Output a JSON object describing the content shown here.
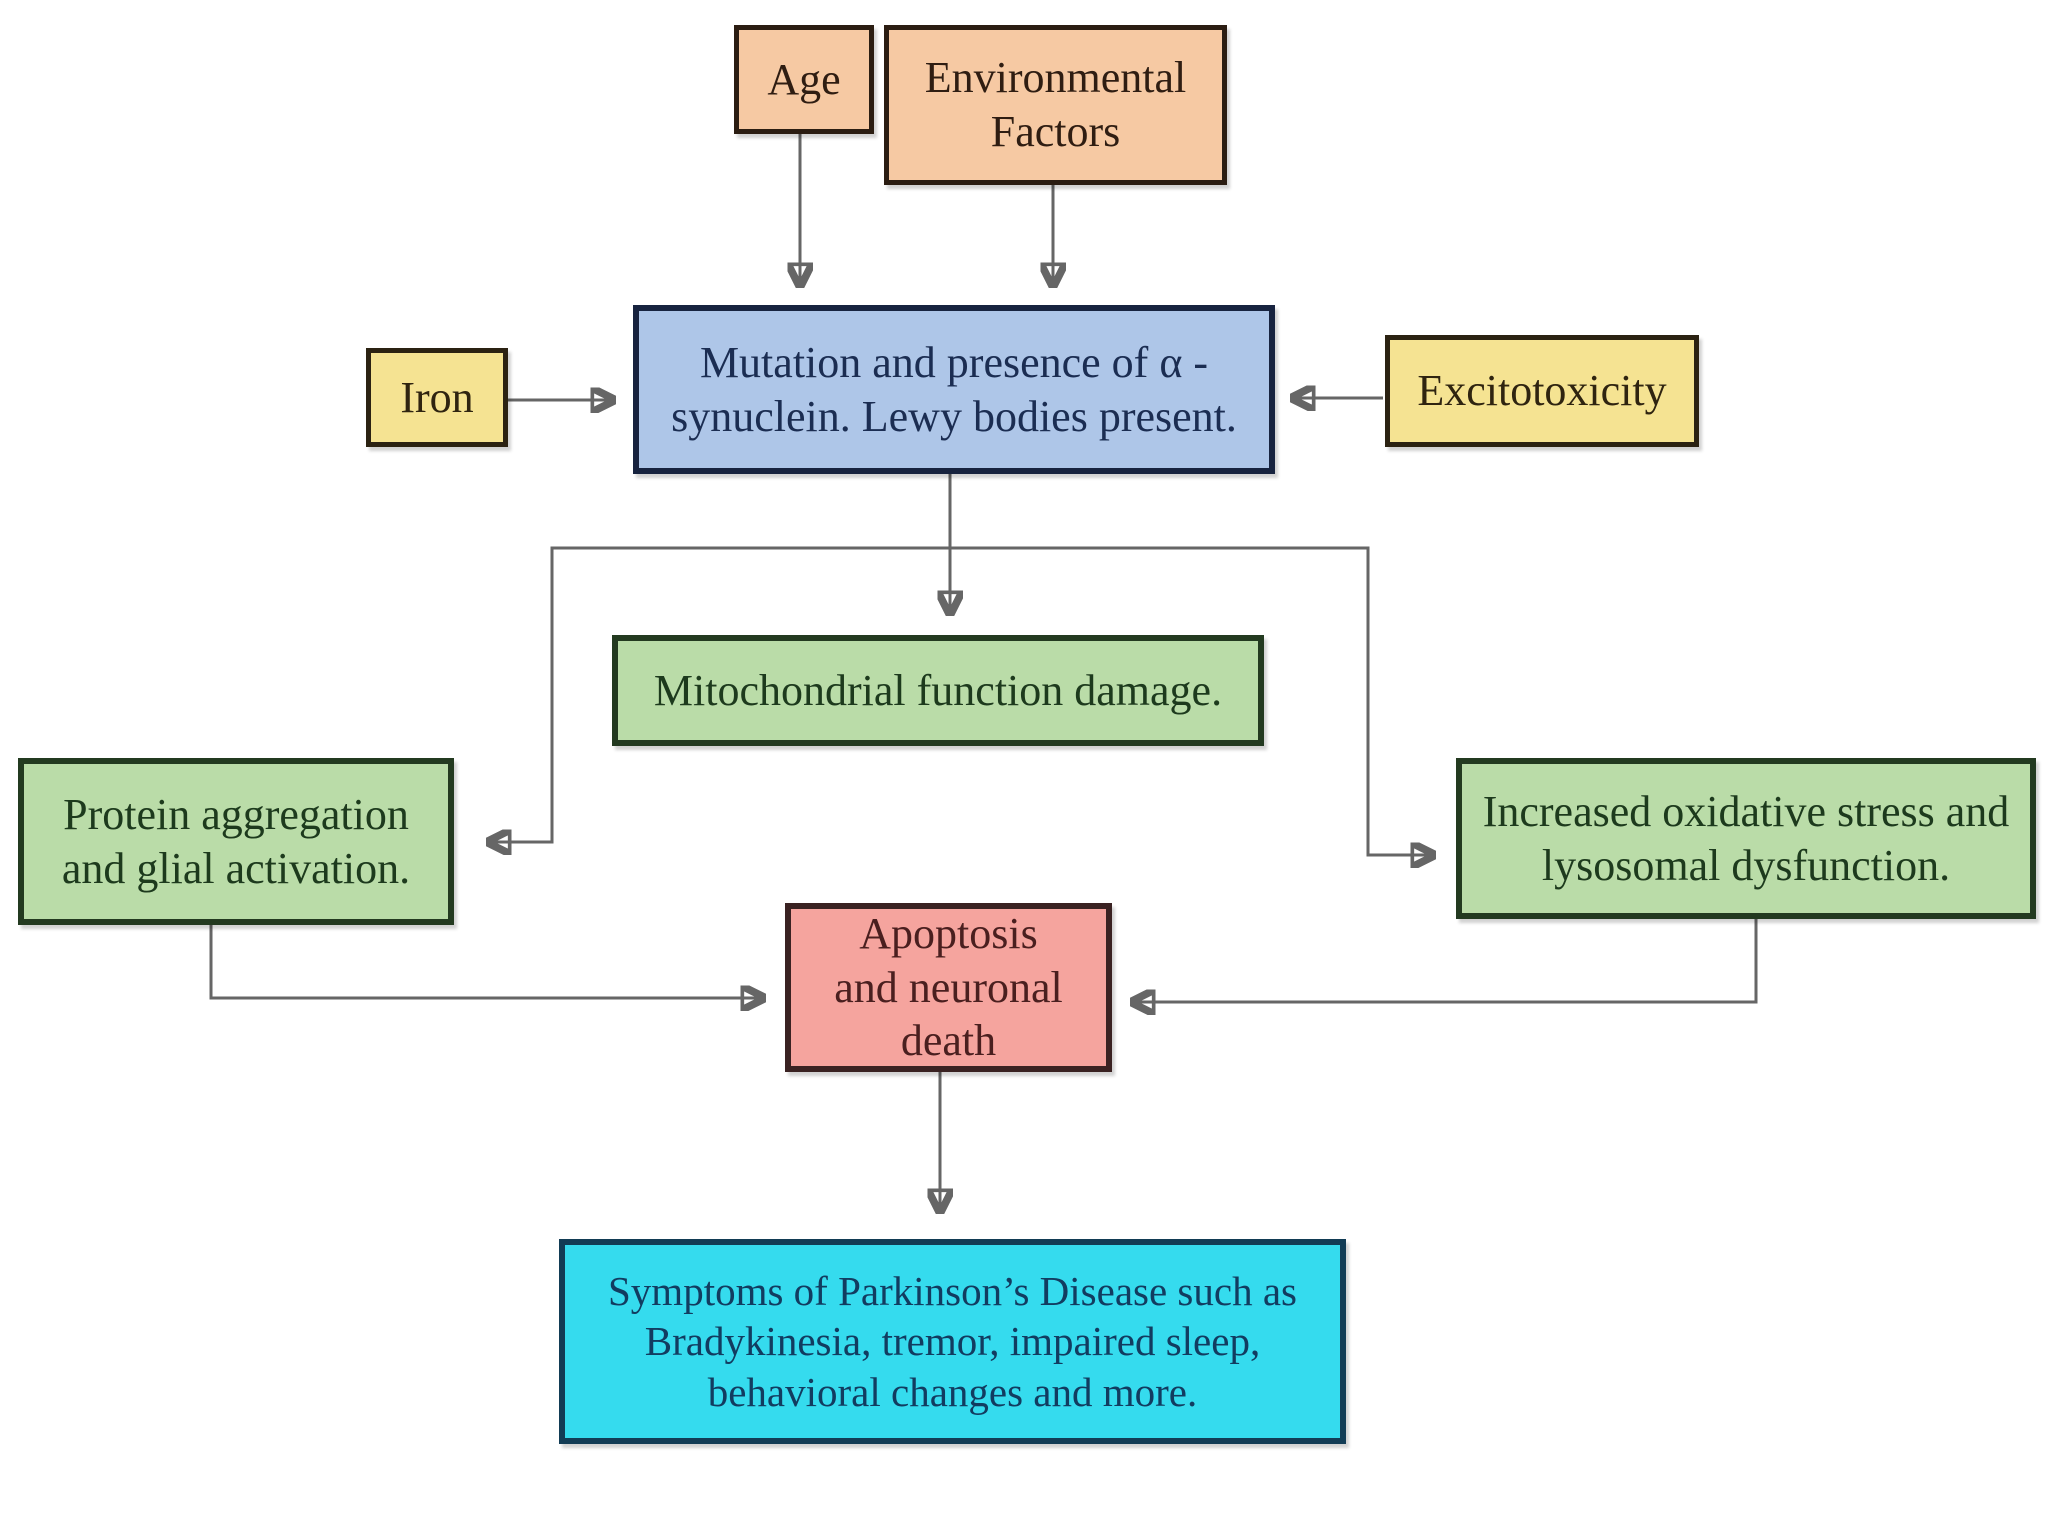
{
  "nodes": {
    "age": {
      "label": "Age",
      "fill": "#f6c9a3"
    },
    "environmental_factors": {
      "label": "Environmental Factors",
      "fill": "#f6c9a3"
    },
    "iron": {
      "label": "Iron",
      "fill": "#f5e392"
    },
    "excitotoxicity": {
      "label": "Excitotoxicity",
      "fill": "#f5e392"
    },
    "mutation": {
      "label": "Mutation and presence of α - synuclein. Lewy bodies present.",
      "fill": "#aec6e8"
    },
    "mitochondrial": {
      "label": "Mitochondrial function damage.",
      "fill": "#badca8"
    },
    "protein_aggregation": {
      "label": "Protein aggregation and glial activation.",
      "fill": "#badca8"
    },
    "oxidative_stress": {
      "label": "Increased oxidative stress and lysosomal dysfunction.",
      "fill": "#badca8"
    },
    "apoptosis": {
      "label": "Apoptosis and neuronal death",
      "fill": "#f5a49e"
    },
    "symptoms": {
      "label": "Symptoms of Parkinson’s Disease such as Bradykinesia, tremor, impaired sleep, behavioral changes and more.",
      "fill": "#35dbee"
    }
  },
  "edges": [
    {
      "from": "age",
      "to": "mutation"
    },
    {
      "from": "environmental_factors",
      "to": "mutation"
    },
    {
      "from": "iron",
      "to": "mutation"
    },
    {
      "from": "excitotoxicity",
      "to": "mutation"
    },
    {
      "from": "mutation",
      "to": "mitochondrial"
    },
    {
      "from": "mutation",
      "to": "protein_aggregation"
    },
    {
      "from": "mutation",
      "to": "oxidative_stress"
    },
    {
      "from": "protein_aggregation",
      "to": "apoptosis"
    },
    {
      "from": "oxidative_stress",
      "to": "apoptosis"
    },
    {
      "from": "apoptosis",
      "to": "symptoms"
    }
  ],
  "colors": {
    "background": "#ffffff",
    "line": "#666666",
    "arrowhead": "#111111"
  }
}
